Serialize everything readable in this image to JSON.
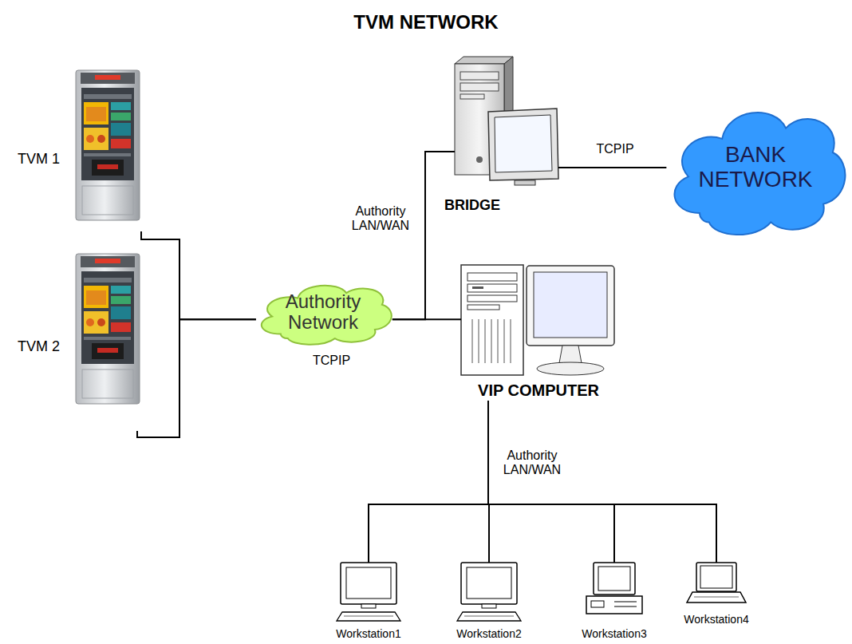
{
  "diagram": {
    "title": "TVM NETWORK",
    "nodes": [
      {
        "text": [
          "TVM 1"
        ]
      },
      {
        "text": [
          "TVM 2"
        ]
      },
      {
        "text": [
          "Authority Network"
        ]
      },
      {
        "text": [
          "BRIDGE"
        ]
      },
      {
        "text": [
          "BANK NETWORK"
        ]
      },
      {
        "text": [
          "VIP COMPUTER"
        ]
      },
      {
        "text": [
          "Workstation1"
        ]
      },
      {
        "text": [
          "Workstation2"
        ]
      },
      {
        "text": [
          "Workstation3"
        ]
      },
      {
        "text": [
          "Workstation4"
        ]
      }
    ],
    "edges": [
      {
        "from": 0,
        "to": 2,
        "arrow": "none"
      },
      {
        "from": 1,
        "to": 2,
        "arrow": "none"
      },
      {
        "from": 2,
        "to": 5,
        "arrow": "none"
      },
      {
        "from": 3,
        "to": 2,
        "label": "Authority LAN/WAN",
        "arrow": "none"
      },
      {
        "from": 3,
        "to": 4,
        "label": "TCPIP",
        "arrow": "none"
      },
      {
        "from": 5,
        "to": 6,
        "label": "Authority LAN/WAN",
        "arrow": "none"
      },
      {
        "from": 5,
        "to": 7,
        "arrow": "none"
      },
      {
        "from": 5,
        "to": 8,
        "arrow": "none"
      },
      {
        "from": 5,
        "to": 9,
        "arrow": "none"
      }
    ],
    "labels": [
      "TCPIP"
    ]
  }
}
